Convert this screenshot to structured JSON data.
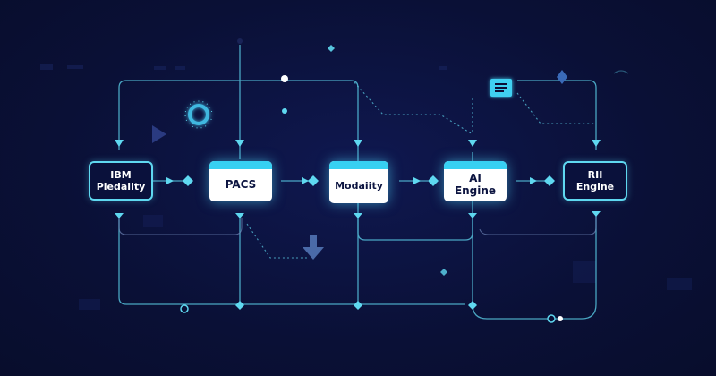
{
  "nodes": [
    {
      "id": "ibm",
      "line1": "IBM",
      "line2": "Pledaiity"
    },
    {
      "id": "pacs",
      "line1": "PACS",
      "line2": ""
    },
    {
      "id": "modality",
      "line1": "Modaiity",
      "line2": ""
    },
    {
      "id": "ai",
      "line1": "AI",
      "line2": "Engine"
    },
    {
      "id": "rii",
      "line1": "RII",
      "line2": "Engine"
    }
  ],
  "colors": {
    "background": "#0a1036",
    "wire": "#5fd8f0",
    "wire_dim": "#6f86b8",
    "accent": "#37d0f2",
    "node_text_dark": "#0c1440",
    "node_text_light": "#ffffff"
  },
  "icons": [
    "document-icon",
    "ring-icon",
    "play-icon",
    "down-arrow-icon",
    "diamond-icon"
  ]
}
